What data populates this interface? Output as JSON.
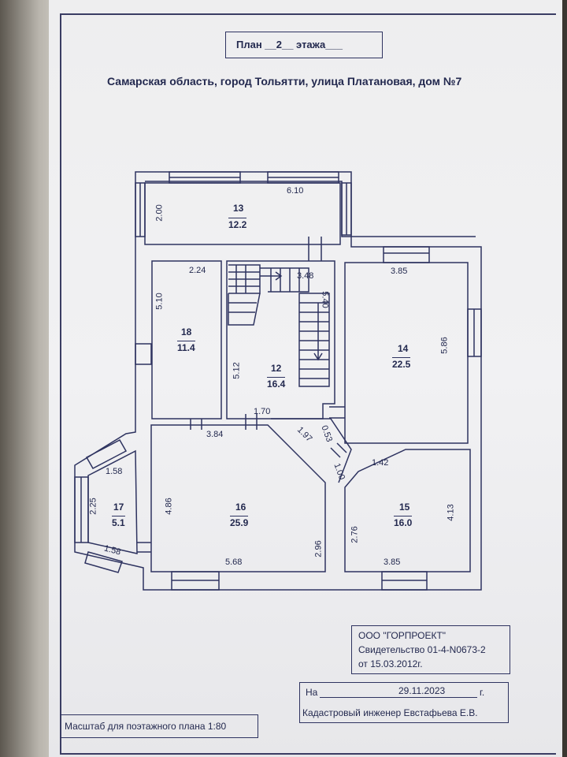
{
  "header": {
    "title": "План __2__ этажа___",
    "address": "Самарская область, город Тольятти, улица Платановая, дом №7"
  },
  "rooms": [
    {
      "num": "13",
      "area": "12.2"
    },
    {
      "num": "18",
      "area": "11.4"
    },
    {
      "num": "12",
      "area": "16.4"
    },
    {
      "num": "14",
      "area": "22.5"
    },
    {
      "num": "16",
      "area": "25.9"
    },
    {
      "num": "17",
      "area": "5.1"
    },
    {
      "num": "15",
      "area": "16.0"
    }
  ],
  "dimensions": {
    "d13_len": "6.10",
    "d13_wid": "2.00",
    "d18_len": "2.24",
    "d18_wid": "5.10",
    "d12_stair_a": "3.48",
    "d12_stair_b": "5.40",
    "d12_side": "5.12",
    "d12_bottom": "1.70",
    "d14_top": "3.85",
    "d14_side": "5.86",
    "d16_top": "3.84",
    "d16_left": "4.86",
    "d16_bottom": "5.68",
    "d16_right": "2.96",
    "d16_diag": "1.97",
    "d17_top": "1.58",
    "d17_side": "2.25",
    "d17_bottom": "1.58",
    "d_corr_a": "0.53",
    "d_corr_b": "1.00",
    "d15_top": "1.42",
    "d15_left": "2.76",
    "d15_right": "4.13",
    "d15_bottom": "3.85"
  },
  "stamp": {
    "org": "ООО \"ГОРПРОЕКТ\"",
    "cert": "Свидетельство 01-4-N0673-2",
    "cert_date": "от 15.03.2012г."
  },
  "sign_box": {
    "date_prefix": "На",
    "date": "29.11.2023",
    "date_suffix": "г.",
    "engineer": "Кадастровый инженер Евстафьева Е.В."
  },
  "scale": {
    "text": "Масштаб для поэтажного плана 1:80"
  },
  "colors": {
    "ink": "#2e3360",
    "paper": "#f0f0f2"
  }
}
